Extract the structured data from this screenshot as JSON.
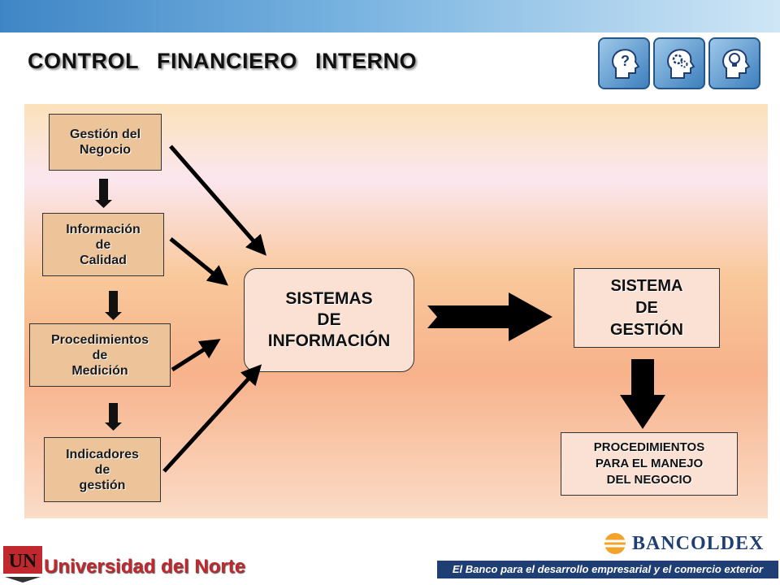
{
  "title_words": [
    "CONTROL",
    "FINANCIERO",
    "INTERNO"
  ],
  "left_boxes": [
    {
      "lines": [
        "Gestión del",
        "Negocio"
      ]
    },
    {
      "lines": [
        "Información",
        "de",
        "Calidad"
      ]
    },
    {
      "lines": [
        "Procedimientos",
        "de",
        "Medición"
      ]
    },
    {
      "lines": [
        "Indicadores",
        "de",
        "gestión"
      ]
    }
  ],
  "center_box": {
    "lines": [
      "SISTEMAS",
      "DE",
      "INFORMACIÓN"
    ]
  },
  "system_box": {
    "lines": [
      "SISTEMA",
      "DE",
      "GESTIÓN"
    ]
  },
  "procedures_box": {
    "lines": [
      "PROCEDIMIENTOS",
      "PARA EL MANEJO",
      "DEL NEGOCIO"
    ]
  },
  "footer": {
    "university": "Universidad del Norte",
    "university_logo_letters": "UN",
    "bank_name": "BANCOLDEX",
    "bank_tagline": "El Banco para el desarrollo empresarial y el comercio exterior"
  },
  "colors": {
    "box_fill": "#edc39a",
    "university_red": "#c0282d",
    "bank_blue": "#1f3f74"
  },
  "header_icons": [
    "head-question-icon",
    "head-gears-icon",
    "head-lightbulb-icon"
  ]
}
